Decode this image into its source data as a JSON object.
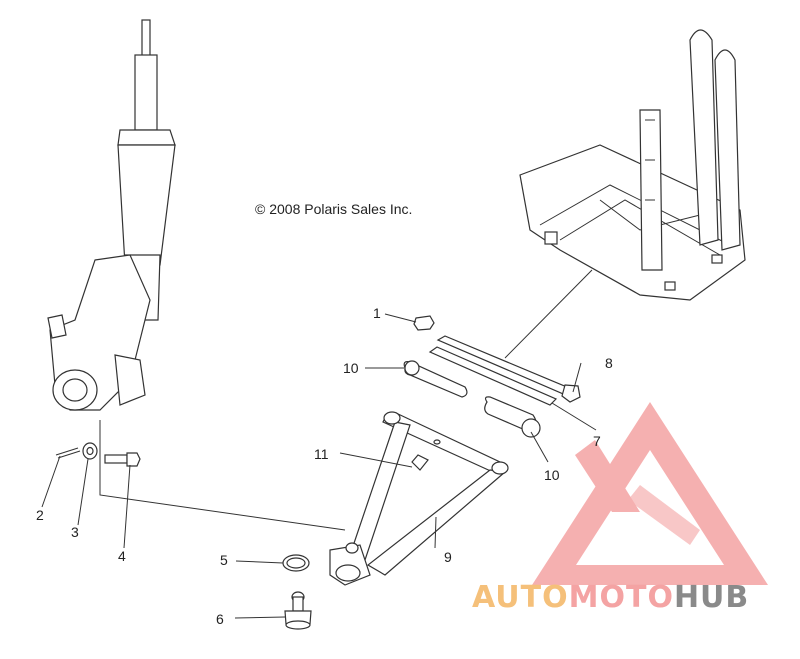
{
  "copyright": "© 2008 Polaris Sales Inc.",
  "callouts": [
    "1",
    "2",
    "3",
    "4",
    "5",
    "6",
    "7",
    "8",
    "9",
    "10",
    "10",
    "11"
  ],
  "watermark": {
    "part1": "AUTO",
    "part2": "MOTO",
    "part3": "HUB",
    "colors": {
      "part1": "#f5c07a",
      "part2": "#f4a3a3",
      "part3": "#8a8a8a",
      "triangle": "#f4a3a3"
    }
  }
}
